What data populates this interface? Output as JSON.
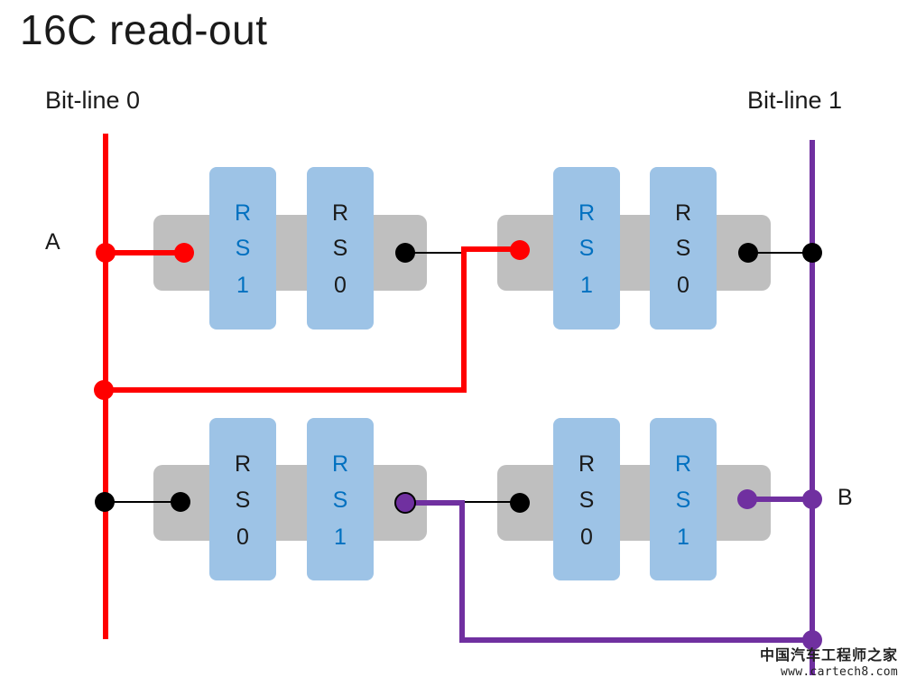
{
  "title": "16C read-out",
  "bitlines": [
    {
      "label": "Bit-line 0",
      "color": "#ff0000"
    },
    {
      "label": "Bit-line 1",
      "color": "#7030a0"
    }
  ],
  "nodes": {
    "a": "A",
    "b": "B"
  },
  "cells": [
    {
      "left": [
        "R",
        "S",
        "1"
      ],
      "right": [
        "R",
        "S",
        "0"
      ]
    },
    {
      "left": [
        "R",
        "S",
        "1"
      ],
      "right": [
        "R",
        "S",
        "0"
      ]
    },
    {
      "left": [
        "R",
        "S",
        "0"
      ],
      "right": [
        "R",
        "S",
        "1"
      ]
    },
    {
      "left": [
        "R",
        "S",
        "0"
      ],
      "right": [
        "R",
        "S",
        "1"
      ]
    }
  ],
  "colors": {
    "rs1_text": "#0070c0",
    "rs0_text": "#1a1a1a",
    "tab": "#9dc3e6",
    "body": "#bfbfbf",
    "wire": "#000000"
  },
  "watermark": {
    "line1": "中国汽车工程师之家",
    "line2": "www.cartech8.com"
  }
}
